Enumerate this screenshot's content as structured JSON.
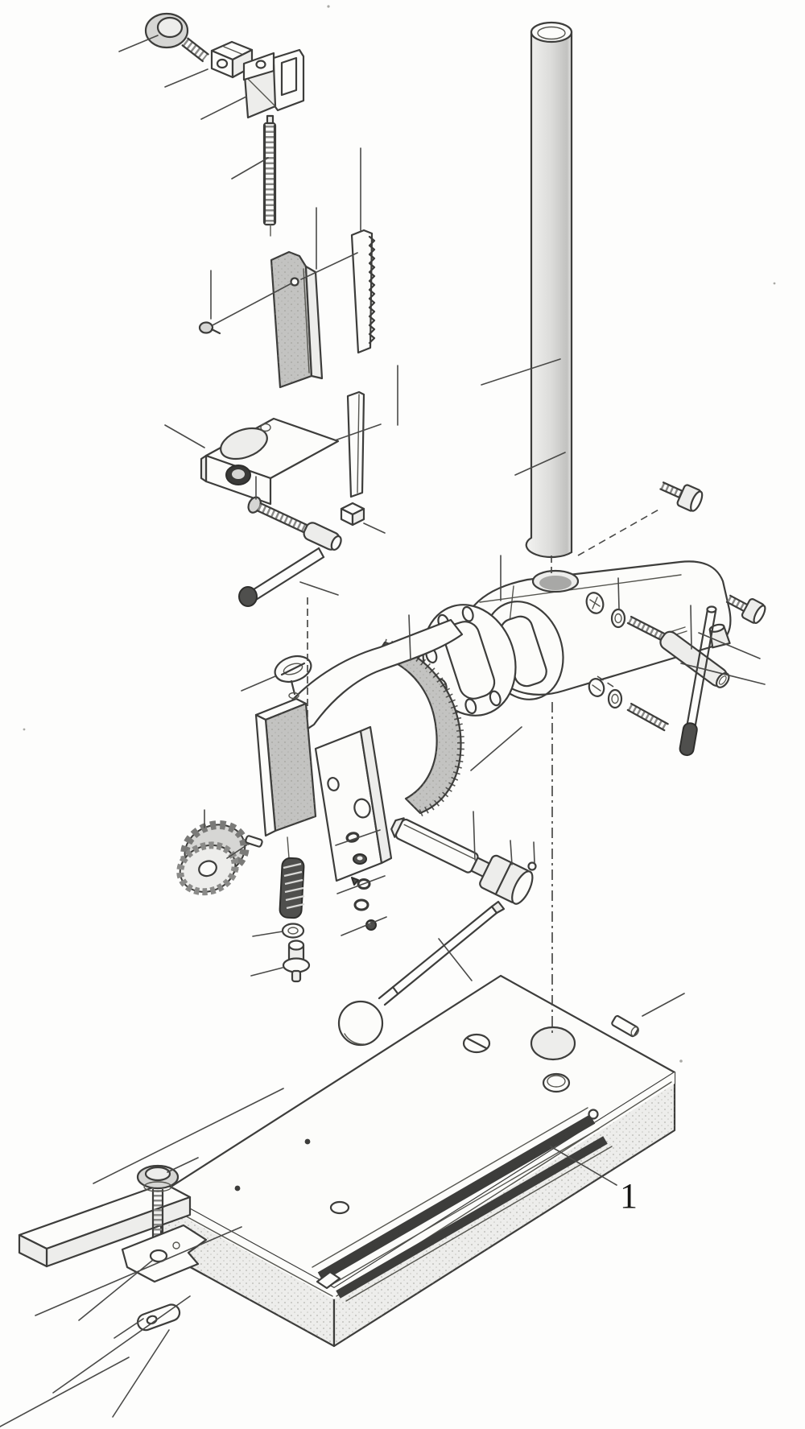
{
  "diagram": {
    "kind": "exploded-parts-view",
    "subject": "drill-stand",
    "background_color": "#fdfdfc"
  },
  "callout": {
    "text": "1"
  },
  "colors": {
    "line": "#3d3d3b",
    "paper": "#fcfcfa",
    "light": "#ededeb",
    "mid": "#d6d6d4",
    "shade": "#c3c3c1",
    "dark": "#4f4f4d",
    "ink": "#161614"
  },
  "parts": [
    "clamp-knob-screw",
    "clamp-block",
    "angle-bracket",
    "threaded-rod",
    "support-plate",
    "set-screw",
    "gear-rack",
    "gib-strip",
    "column-clamp-bracket",
    "clamp-thumbscrew",
    "square-nut",
    "pivot-pin",
    "column",
    "clamp-collar-housing",
    "flange-gasket",
    "socket-head-screw-upper",
    "socket-head-screw-lower",
    "cone-nut",
    "stud-with-sleeve",
    "stud-with-washer",
    "handle-rod",
    "feed-carriage",
    "angle-scale-dial",
    "cam-lever",
    "jaw-plates",
    "pinion-shaft",
    "handle-hub",
    "pinion-gear",
    "gear-pin",
    "return-spring",
    "spring-washer",
    "spring-plug",
    "fastener-set",
    "ball-handle",
    "base-plate",
    "scale-strip",
    "locating-pin",
    "depth-stop-bar",
    "stop-knob-screw",
    "stop-clamp-plate",
    "stop-link"
  ]
}
